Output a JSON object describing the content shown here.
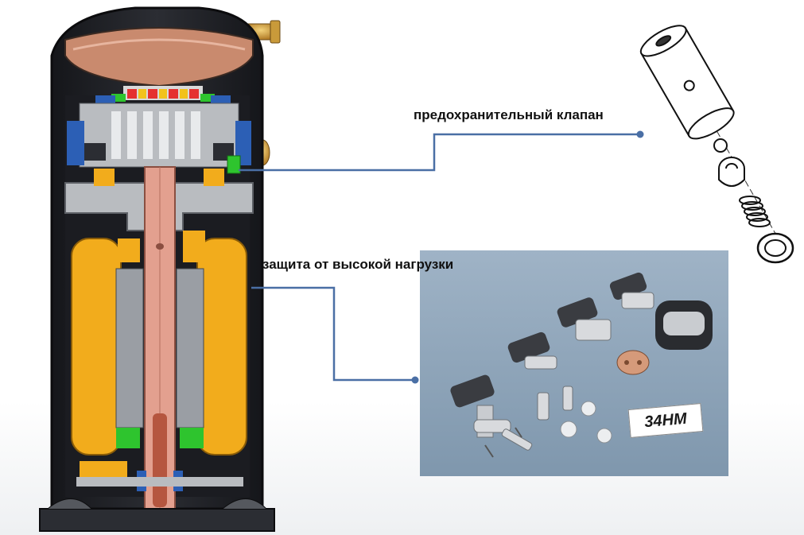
{
  "callouts": {
    "relief_valve": "предохранительный клапан",
    "overload_protection": "защита от высокой нагрузки"
  },
  "photo": {
    "tag": "34HM"
  },
  "colors": {
    "shell": "#1e1f24",
    "connector_line": "#4a6fa5",
    "winding": "#f2ac1c",
    "shaft": "#e3a08f",
    "scroll_metal": "#b9bcc0",
    "top_dome": "#c98a6e",
    "accent_blue": "#2c5fb5",
    "accent_green": "#2ec42e",
    "photo_background": "#8da3b8"
  },
  "icons": [
    "compressor-cutaway",
    "relief-valve-exploded",
    "overload-protector-photo"
  ]
}
